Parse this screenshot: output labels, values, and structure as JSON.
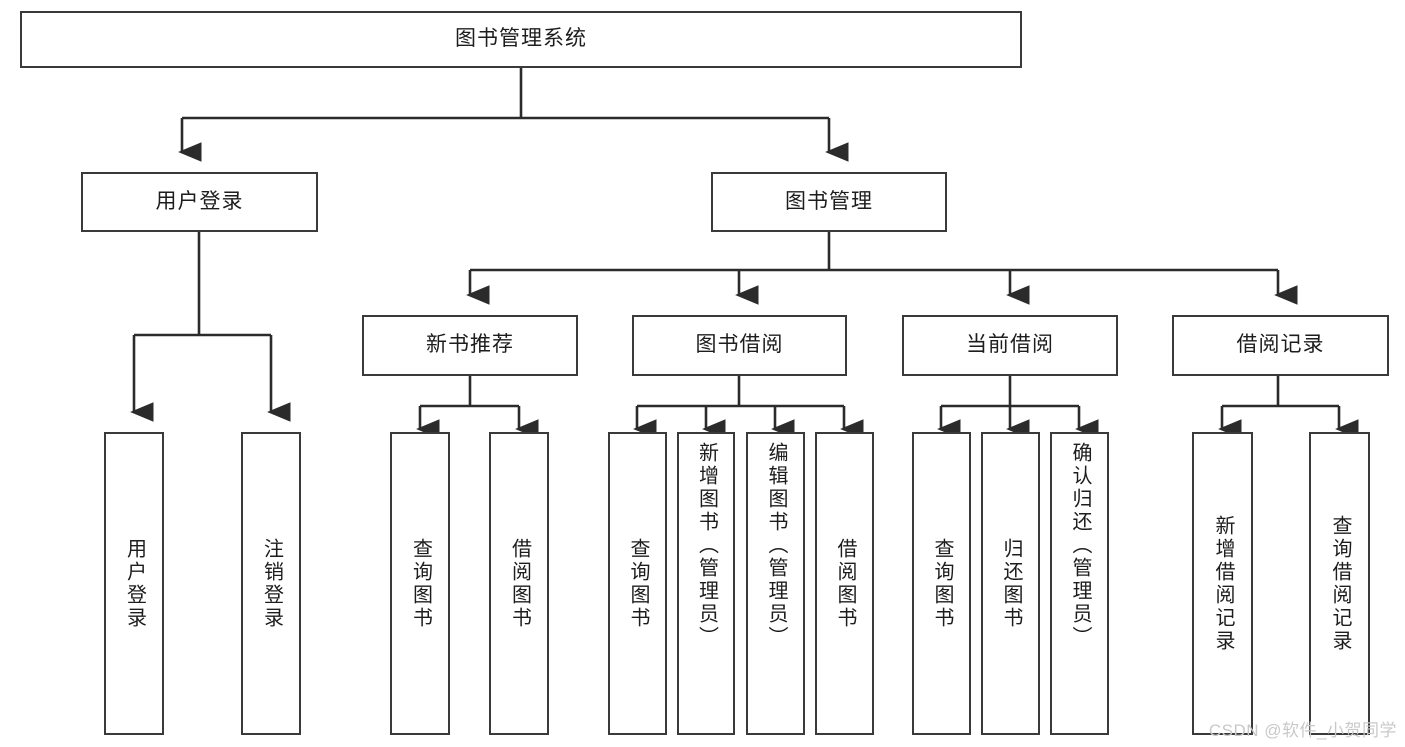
{
  "diagram": {
    "title": "图书管理系统",
    "type": "tree-hierarchy-chart",
    "watermark": "CSDN @软件_小贺同学",
    "colors": {
      "box_border": "#3a3a3a",
      "box_fill": "#ffffff",
      "connector": "#2b2b2b",
      "text": "#1d1d1d",
      "watermark": "#c9c9c9",
      "background": "#ffffff"
    },
    "root": {
      "label": "图书管理系统"
    },
    "level1": [
      {
        "label": "用户登录"
      },
      {
        "label": "图书管理"
      }
    ],
    "level2": [
      {
        "label": "新书推荐"
      },
      {
        "label": "图书借阅"
      },
      {
        "label": "当前借阅"
      },
      {
        "label": "借阅记录"
      }
    ],
    "leaves": {
      "user_login": [
        {
          "label": "用户登录"
        },
        {
          "label": "注销登录"
        }
      ],
      "new_book_recommend": [
        {
          "label": "查询图书"
        },
        {
          "label": "借阅图书"
        }
      ],
      "book_borrow": [
        {
          "label": "查询图书"
        },
        {
          "label": "新增图书（管理员）"
        },
        {
          "label": "编辑图书（管理员）"
        },
        {
          "label": "借阅图书"
        }
      ],
      "current_borrow": [
        {
          "label": "查询图书"
        },
        {
          "label": "归还图书"
        },
        {
          "label": "确认归还（管理员）"
        }
      ],
      "borrow_record": [
        {
          "label": "新增借阅记录"
        },
        {
          "label": "查询借阅记录"
        }
      ]
    }
  }
}
